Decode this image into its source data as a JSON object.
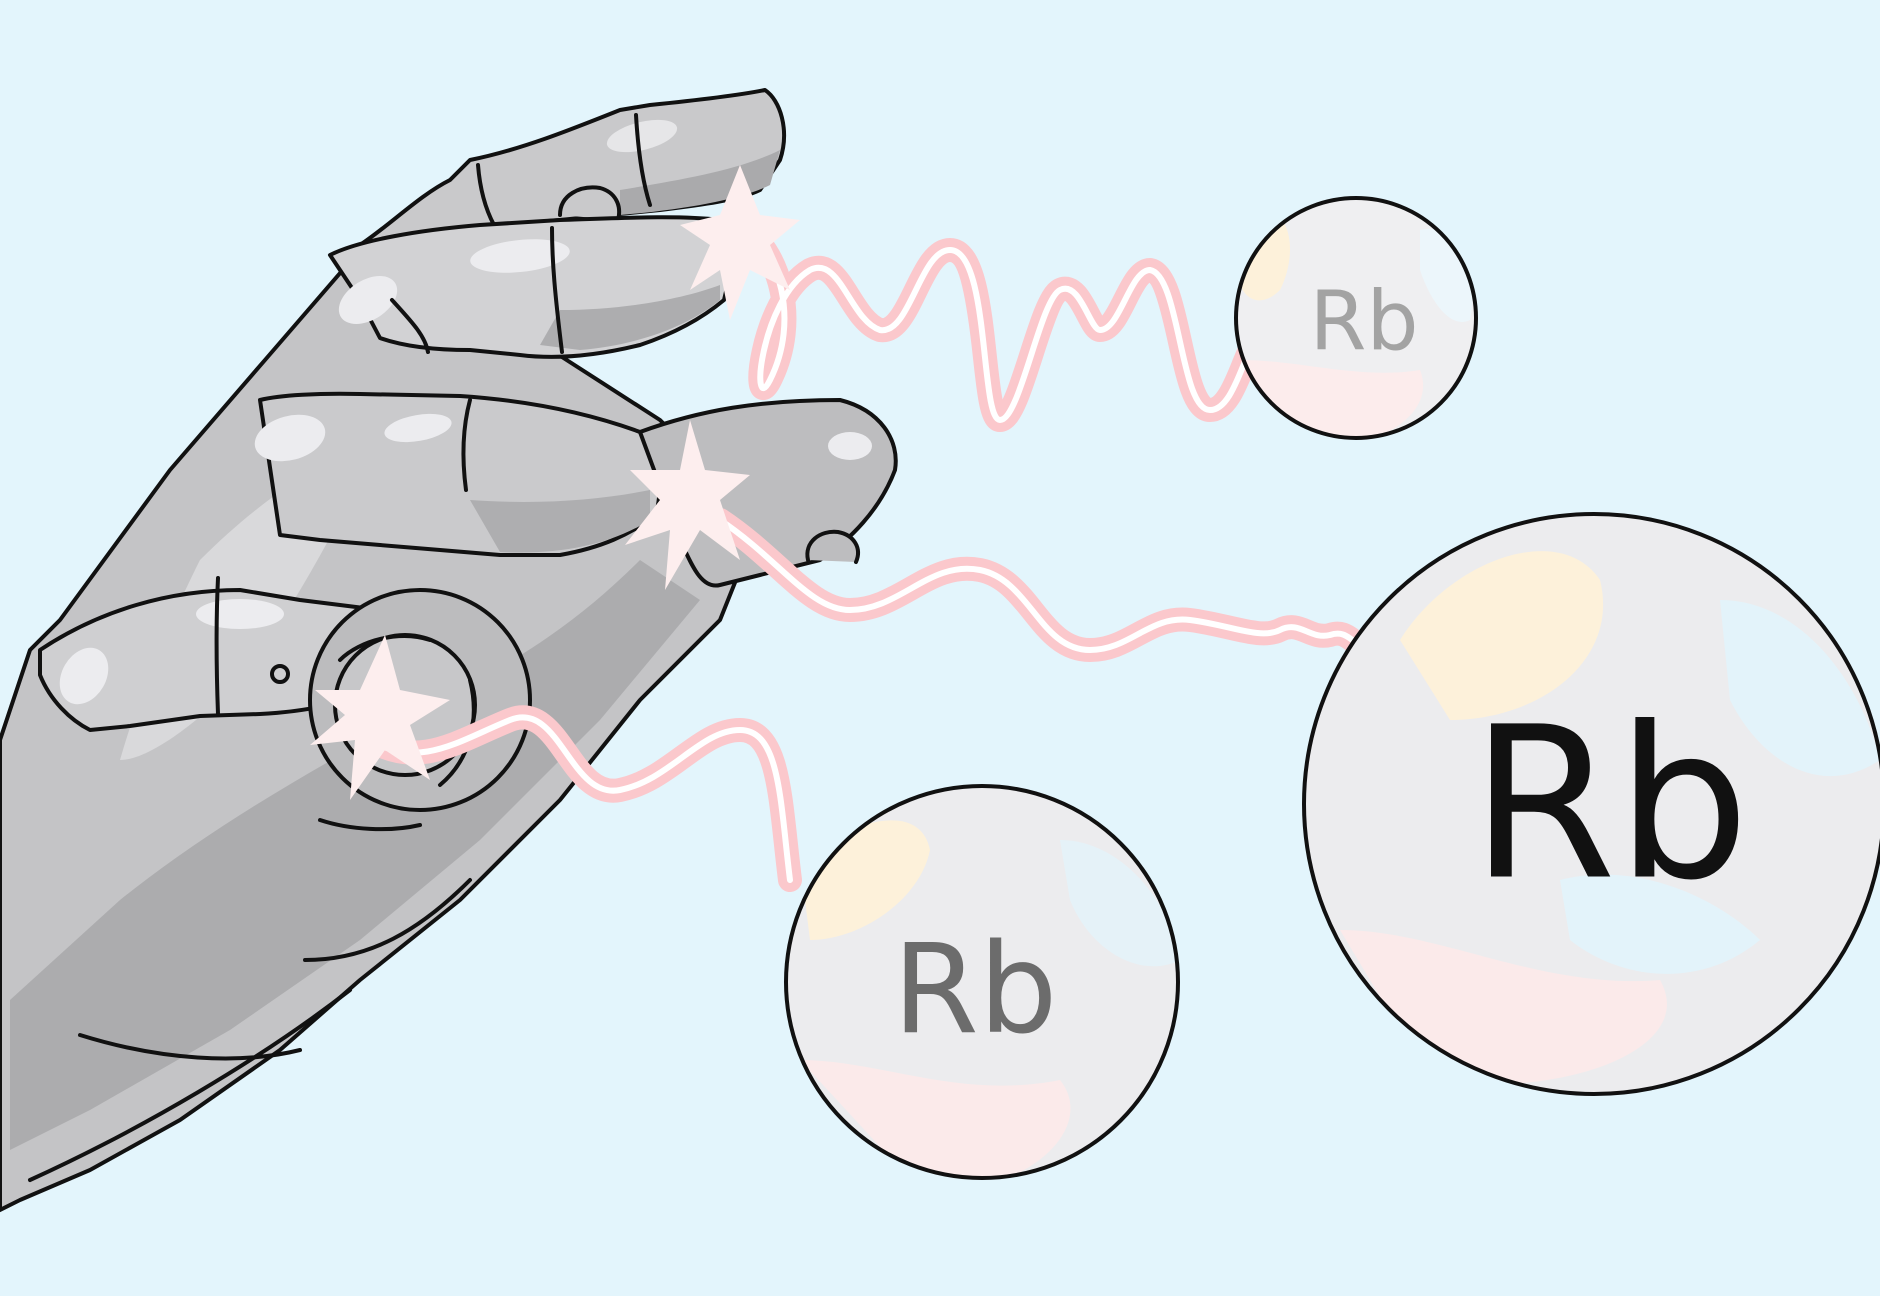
{
  "scene": {
    "background_color": "#e3f5fc",
    "subject": "robotic-hand",
    "hand_colors": {
      "base": "#c4c4c6",
      "light": "#d6d6d8",
      "shadow": "#a9a9ab",
      "highlight": "#ececef"
    },
    "beam_colors": {
      "glow": "#fbc8cc",
      "core": "#ffffff",
      "spark": "#fdeeee"
    },
    "outline_color": "#111111"
  },
  "atoms": [
    {
      "id": "small",
      "symbol": "Rb",
      "text_color": "#a3a3a3"
    },
    {
      "id": "medium",
      "symbol": "Rb",
      "text_color": "#6c6c6c"
    },
    {
      "id": "large",
      "symbol": "Rb",
      "text_color": "#111111"
    }
  ]
}
